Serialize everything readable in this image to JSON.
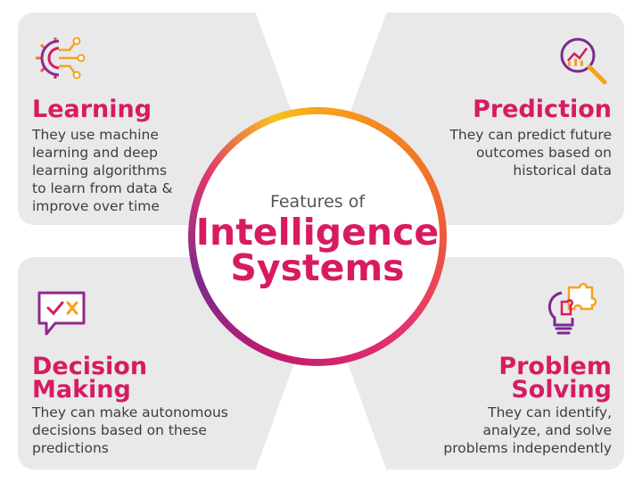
{
  "center": {
    "subtitle": "Features of",
    "title_line1": "Intelligence",
    "title_line2": "Systems"
  },
  "features": [
    {
      "title": "Learning",
      "description": [
        "They use machine",
        "learning and deep",
        "learning algorithms",
        "to learn from data &",
        "improve over time"
      ],
      "icon": "gear-circuit-icon"
    },
    {
      "title": "Prediction",
      "description": [
        "They can predict future",
        "outcomes based on",
        "historical data"
      ],
      "icon": "magnifier-chart-icon"
    },
    {
      "title_lines": [
        "Decision",
        "Making"
      ],
      "description": [
        "They can make autonomous",
        "decisions based on these",
        "predictions"
      ],
      "icon": "check-cross-speech-icon"
    },
    {
      "title_lines": [
        "Problem",
        "Solving"
      ],
      "description": [
        "They can identify,",
        "analyze, and solve",
        "problems independently"
      ],
      "icon": "puzzle-bulb-icon"
    }
  ],
  "colors": {
    "accent": "#d81b60",
    "card": "#e9e9ea",
    "text": "#3d3d3d"
  }
}
